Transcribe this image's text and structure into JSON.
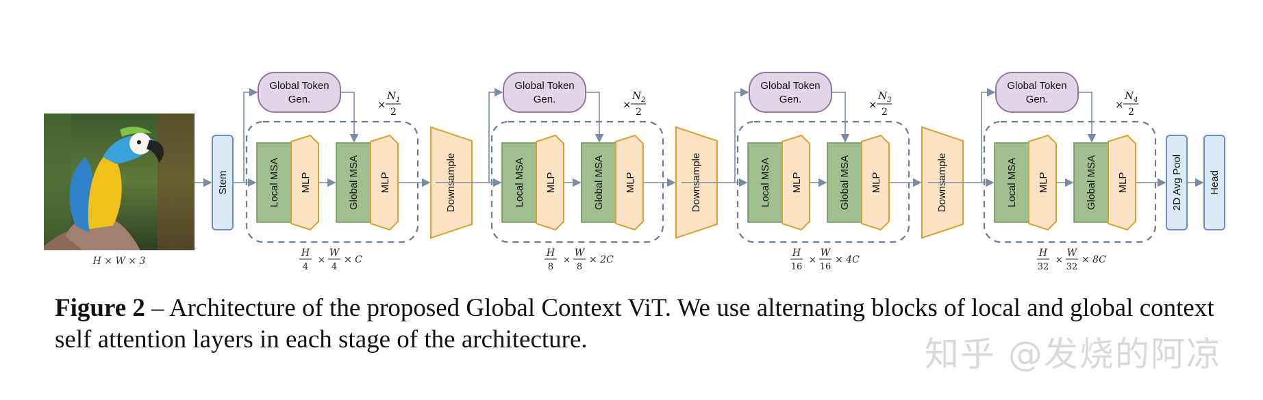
{
  "input": {
    "dims_label": "H × W × 3"
  },
  "blocks": {
    "stem": "Stem",
    "global_token_gen": "Global Token Gen.",
    "local_msa": "Local MSA",
    "global_msa": "Global MSA",
    "mlp": "MLP",
    "downsample": "Downsample",
    "avg_pool": "2D Avg Pool",
    "head": "Head"
  },
  "stages": [
    {
      "repeat_n": "N1",
      "repeat_sub": "1",
      "dims": {
        "h": "H",
        "hd": "4",
        "w": "W",
        "wd": "4",
        "c": "× C"
      }
    },
    {
      "repeat_n": "N2",
      "repeat_sub": "2",
      "dims": {
        "h": "H",
        "hd": "8",
        "w": "W",
        "wd": "8",
        "c": "× 2C"
      }
    },
    {
      "repeat_n": "N3",
      "repeat_sub": "3",
      "dims": {
        "h": "H",
        "hd": "16",
        "w": "W",
        "wd": "16",
        "c": "× 4C"
      }
    },
    {
      "repeat_n": "N4",
      "repeat_sub": "4",
      "dims": {
        "h": "H",
        "hd": "32",
        "w": "W",
        "wd": "32",
        "c": "× 8C"
      }
    }
  ],
  "repeat_denominator": "2",
  "caption": {
    "label": "Figure 2",
    "text": " – Architecture of the proposed Global Context ViT. We use alternating blocks of local and global context self attention layers in each stage of the architecture."
  },
  "watermark": "知乎 @发烧的阿凉",
  "colors": {
    "stem_fill": "#dbe8f5",
    "stem_stroke": "#6c8ebf",
    "msa_fill": "#9fbf8f",
    "msa_stroke": "#6e8f5e",
    "mlp_fill": "#fde3c3",
    "mlp_stroke": "#d6a330",
    "gtg_fill": "#e1d5e7",
    "gtg_stroke": "#9673a6",
    "down_fill": "#fde3c3",
    "down_stroke": "#d6a330",
    "dash": "#6c7b95",
    "arrow": "#7a8aa3"
  }
}
